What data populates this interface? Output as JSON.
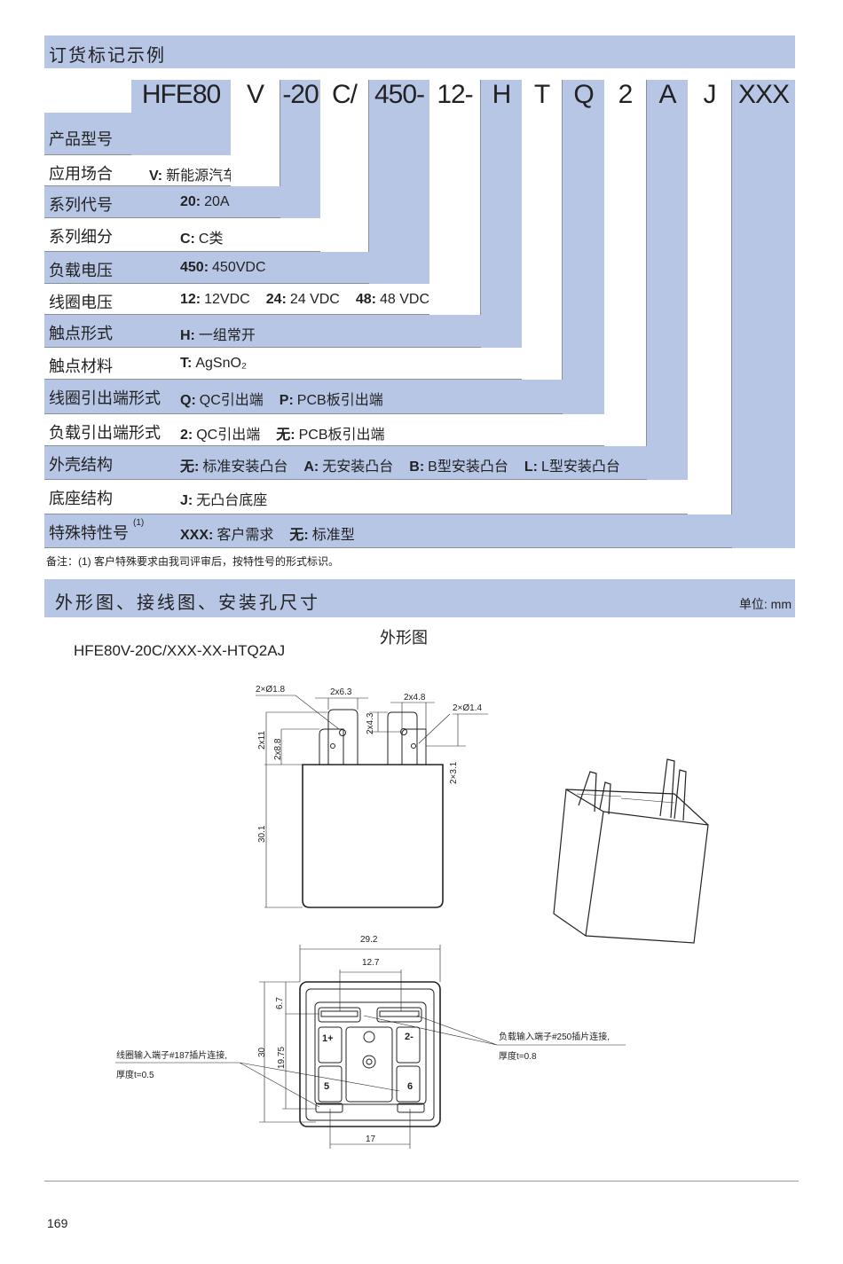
{
  "section1": {
    "title": "订货标记示例"
  },
  "codes": [
    "HFE80",
    "V",
    "-20",
    "C/",
    "450-",
    "12-",
    "H",
    "T",
    "Q",
    "2",
    "A",
    "J",
    "XXX"
  ],
  "rows": [
    {
      "label": "产品型号",
      "values": []
    },
    {
      "label": "应用场合",
      "values": [
        {
          "k": "V:",
          "v": "新能源汽车领域"
        }
      ]
    },
    {
      "label": "系列代号",
      "values": [
        {
          "k": "20:",
          "v": "20A"
        }
      ]
    },
    {
      "label": "系列细分",
      "values": [
        {
          "k": "C:",
          "v": "C类"
        }
      ]
    },
    {
      "label": "负载电压",
      "values": [
        {
          "k": "450:",
          "v": "450VDC"
        }
      ]
    },
    {
      "label": "线圈电压",
      "values": [
        {
          "k": "12:",
          "v": "12VDC"
        },
        {
          "k": "24:",
          "v": "24 VDC"
        },
        {
          "k": "48:",
          "v": "48 VDC"
        }
      ]
    },
    {
      "label": "触点形式",
      "values": [
        {
          "k": "H:",
          "v": "一组常开"
        }
      ]
    },
    {
      "label": "触点材料",
      "values": [
        {
          "k": "T:",
          "v": "AgSnO₂"
        }
      ]
    },
    {
      "label": "线圈引出端形式",
      "values": [
        {
          "k": "Q:",
          "v": "QC引出端"
        },
        {
          "k": "P:",
          "v": "PCB板引出端"
        }
      ]
    },
    {
      "label": "负载引出端形式",
      "values": [
        {
          "k": "2:",
          "v": "QC引出端"
        },
        {
          "k": "无:",
          "v": "PCB板引出端"
        }
      ]
    },
    {
      "label": "外壳结构",
      "values": [
        {
          "k": "无:",
          "v": "标准安装凸台"
        },
        {
          "k": "A:",
          "v": "无安装凸台"
        },
        {
          "k": "B:",
          "v": "B型安装凸台"
        },
        {
          "k": "L:",
          "v": "L型安装凸台"
        }
      ]
    },
    {
      "label": "底座结构",
      "values": [
        {
          "k": "J:",
          "v": "无凸台底座"
        }
      ]
    },
    {
      "label": "特殊特性号",
      "sup": "(1)",
      "values": [
        {
          "k": "XXX:",
          "v": "客户需求"
        },
        {
          "k": "无:",
          "v": "标准型"
        }
      ]
    }
  ],
  "note": "备注：(1) 客户特殊要求由我司评审后，按特性号的形式标识。",
  "section2": {
    "title": "外形图、接线图、安装孔尺寸",
    "unit": "单位: mm"
  },
  "drawing": {
    "caption": "外形图",
    "model": "HFE80V-20C/XXX-XX-HTQ2AJ",
    "dims": {
      "d1": "2×Ø1.8",
      "d2": "2x6.3",
      "d3": "2x4.8",
      "d4": "2×Ø1.4",
      "d5": "2x4.3",
      "d6": "2x11",
      "d7": "2x8.8",
      "d8": "2×3.1",
      "d9": "30.1",
      "d10": "29.2",
      "d11": "12.7",
      "d12": "6.7",
      "d13": "30",
      "d14": "19.75",
      "d15": "17"
    },
    "pins": [
      "1+",
      "2-",
      "5",
      "6"
    ],
    "coil_note": [
      "线圈输入端子#187插片连接,",
      "厚度t=0.5"
    ],
    "load_note": [
      "负载输入端子#250插片连接,",
      "厚度t=0.8"
    ]
  },
  "page_number": "169"
}
